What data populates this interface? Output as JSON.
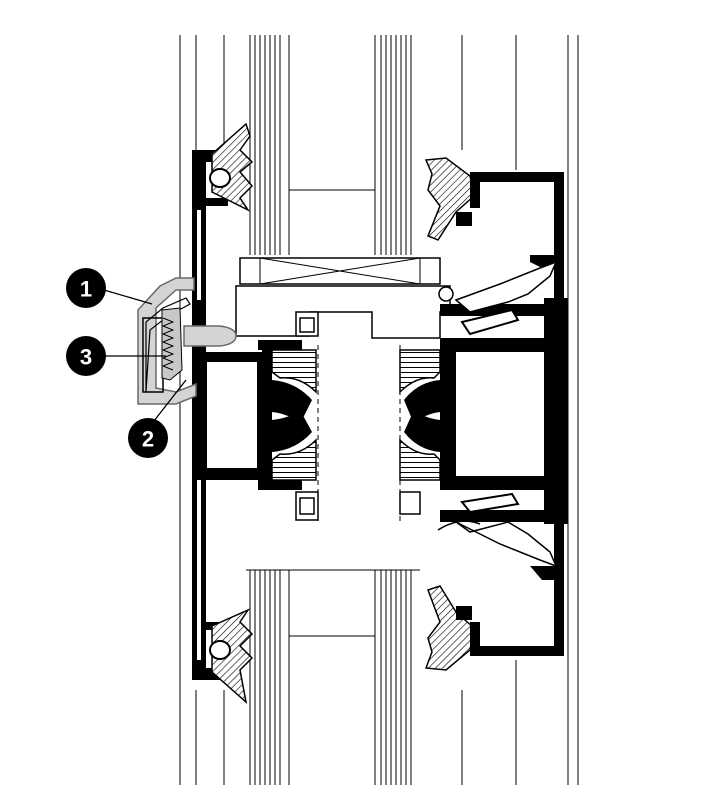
{
  "diagram": {
    "kind": "technical cross-section drawing",
    "colors": {
      "line": "#000000",
      "fill": "#ffffff",
      "highlight": "#d4d4d4",
      "highlight_stroke": "#6a6a6a"
    },
    "callouts": [
      {
        "number": "1"
      },
      {
        "number": "3"
      },
      {
        "number": "2"
      }
    ]
  }
}
